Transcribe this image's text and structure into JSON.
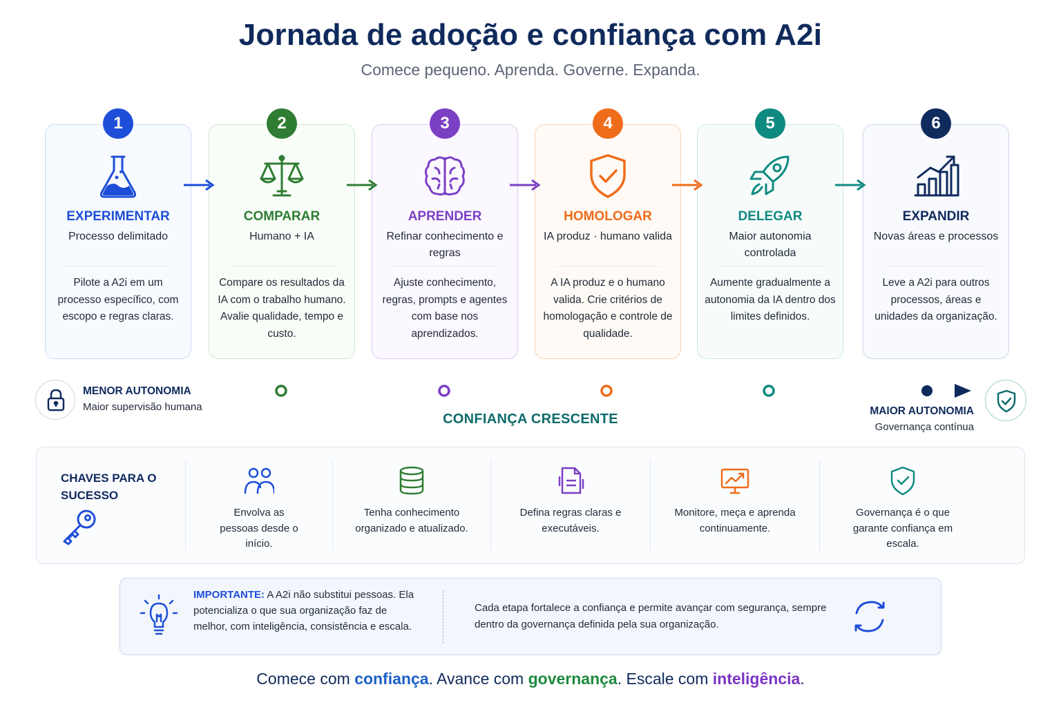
{
  "title": "Jornada de adoção e confiança com A2i",
  "subtitle": "Comece pequeno. Aprenda. Governe. Expanda.",
  "colors": {
    "blue": "#1d4ed8",
    "green": "#2e7d32",
    "purple": "#7b3fc4",
    "orange": "#ef6c1a",
    "teal": "#0f8a80",
    "navy": "#0f2a5c"
  },
  "steps": [
    {
      "number": "1",
      "icon": "flask-icon",
      "title": "EXPERIMENTAR",
      "subtitle": "Processo delimitado",
      "description": "Pilote a A2i em um processo específico, com escopo e regras claras."
    },
    {
      "number": "2",
      "icon": "scale-icon",
      "title": "COMPARAR",
      "subtitle": "Humano + IA",
      "description": "Compare os resultados da IA com o trabalho humano. Avalie qualidade, tempo e custo."
    },
    {
      "number": "3",
      "icon": "brain-icon",
      "title": "APRENDER",
      "subtitle": "Refinar conhecimento e regras",
      "description": "Ajuste conhecimento, regras, prompts e agentes com base nos aprendizados."
    },
    {
      "number": "4",
      "icon": "shield-check-icon",
      "title": "HOMOLOGAR",
      "subtitle": "IA produz · humano valida",
      "description": "A IA produz e o humano valida. Crie critérios de homologação e controle de qualidade."
    },
    {
      "number": "5",
      "icon": "rocket-icon",
      "title": "DELEGAR",
      "subtitle": "Maior autonomia controlada",
      "description": "Aumente gradualmente a autonomia da IA dentro dos limites definidos."
    },
    {
      "number": "6",
      "icon": "growth-chart-icon",
      "title": "EXPANDIR",
      "subtitle": "Novas áreas e processos",
      "description": "Leve a A2i para outros processos, áreas e unidades da organização."
    }
  ],
  "scale": {
    "left_title": "MENOR AUTONOMIA",
    "left_subtitle": "Maior supervisão humana",
    "middle_label": "CONFIANÇA CRESCENTE",
    "right_title": "MAIOR AUTONOMIA",
    "right_subtitle": "Governança contínua"
  },
  "keys": {
    "title": "CHAVES PARA O SUCESSO",
    "items": [
      {
        "icon": "people-icon",
        "text": "Envolva as pessoas desde o início."
      },
      {
        "icon": "database-icon",
        "text": "Tenha conhecimento organizado e atualizado."
      },
      {
        "icon": "document-rules-icon",
        "text": "Defina regras claras e executáveis."
      },
      {
        "icon": "monitor-chart-icon",
        "text": "Monitore, meça e aprenda continuamente."
      },
      {
        "icon": "shield-check-icon",
        "text": "Governança é o que garante confiança em escala."
      }
    ]
  },
  "important": {
    "label": "IMPORTANTE:",
    "text": " A2i não substitui pessoas. Ela potencializa o que sua organização faz de melhor, com inteligência, consistência e escala.",
    "label_prefix": "A",
    "right_text": "Cada etapa fortalece a confiança e permite avançar com segurança, sempre dentro da governança definida pela sua organização."
  },
  "tagline": {
    "p1": "Comece com ",
    "w1": "confiança",
    "p2": ". Avance com ",
    "w2": "governança",
    "p3": ". Escale com ",
    "w3": "inteligência",
    "p4": "."
  }
}
